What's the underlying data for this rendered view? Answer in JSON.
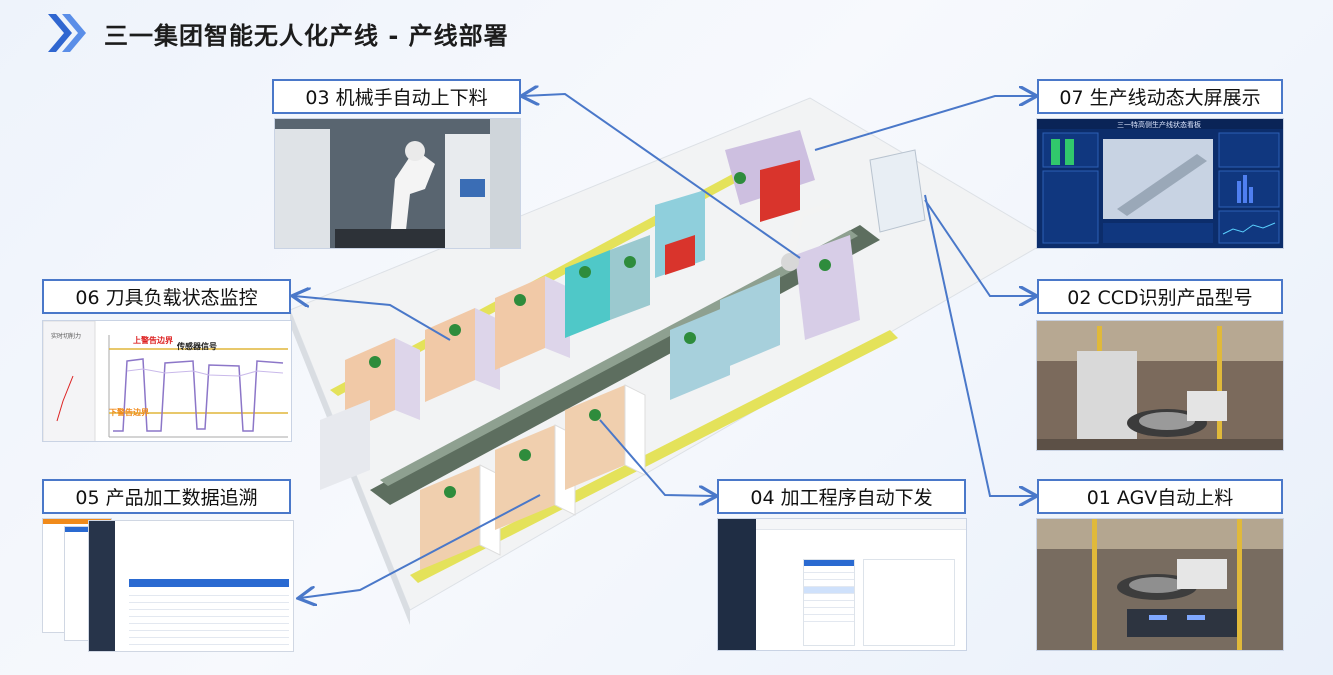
{
  "page": {
    "title": "三一集团智能无人化产线 - 产线部署"
  },
  "labels": [
    {
      "id": "03",
      "text": "03 机械手自动上下料"
    },
    {
      "id": "07",
      "text": "07 生产线动态大屏展示"
    },
    {
      "id": "06",
      "text": "06 刀具负载状态监控"
    },
    {
      "id": "02",
      "text": "02 CCD识别产品型号"
    },
    {
      "id": "05",
      "text": "05 产品加工数据追溯"
    },
    {
      "id": "04",
      "text": "04 加工程序自动下发"
    },
    {
      "id": "01",
      "text": "01 AGV自动上料"
    }
  ],
  "tool_chart": {
    "upper_label": "上警告边界",
    "signal_label": "传感器信号",
    "lower_label": "下警告边界",
    "panel_title": "实时切削力"
  },
  "dashboard": {
    "title": "三一特高侧生产线状态看板"
  },
  "colors": {
    "accent": "#4a78c9",
    "brand_blue": "#2a6ad1",
    "dashboard_bg": "#0c2d6b"
  },
  "icons": [
    "chevron-right-icon",
    "arrow-icon"
  ]
}
